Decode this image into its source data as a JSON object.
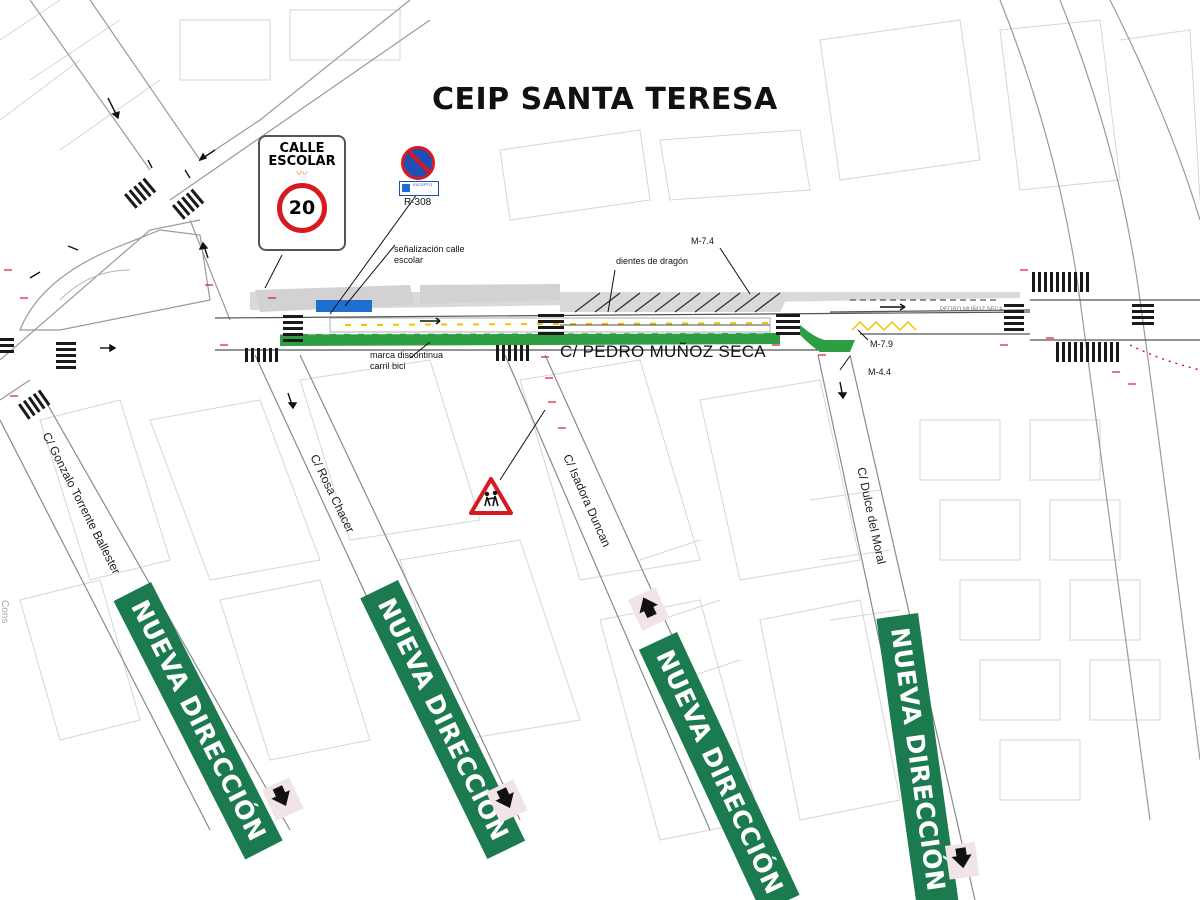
{
  "title": "CEIP SANTA TERESA",
  "main_street": "C/ PEDRO MUÑOZ SECA",
  "main_street_small": "PEDRO MUÑOZ SECA",
  "side_streets": [
    "C/ Gonzalo Torrente Ballester",
    "C/ Rosa Chacer",
    "C/ Isadora Duncan",
    "C/ Dulce del Moral"
  ],
  "banner_text": "NUEVA DIRECCIÓN",
  "annotations": {
    "school_signage": "señalización calle escolar",
    "dragon_teeth": "dientes de dragón",
    "m74": "M-7.4",
    "m79": "M-7.9",
    "m44": "M-4.4",
    "r308": "R-308",
    "bike_lane": "marca discontinua carril bici"
  },
  "sign": {
    "line1": "CALLE",
    "line2": "ESCOLAR",
    "speed_limit": "20"
  },
  "r308_plate": "EXCEPTO MINUSVÁLIDOS",
  "edge_label": "Cons",
  "colors": {
    "bike_lane_green": "#2e9e44",
    "banner_green": "#1b7a4e",
    "sidewalk_gray": "#d9d9d9",
    "sign_red": "#d71920",
    "parking_blue": "#1f6fd1",
    "marking_yellow": "#f2c200"
  }
}
